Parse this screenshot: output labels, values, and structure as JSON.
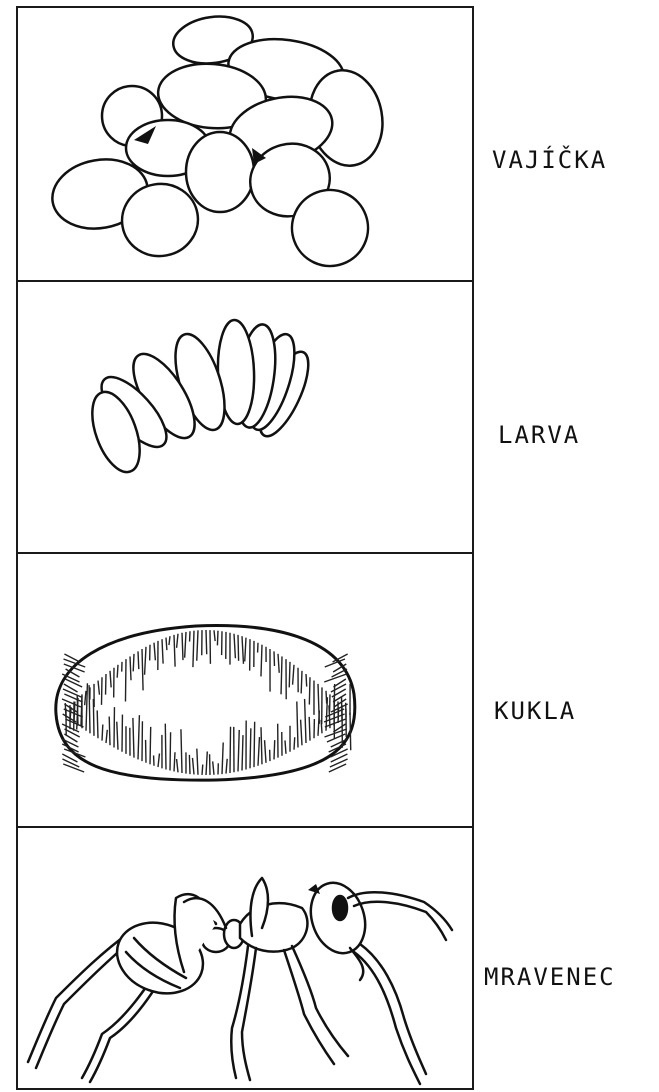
{
  "stages": [
    {
      "id": "eggs",
      "label": "VAJÍČKA"
    },
    {
      "id": "larva",
      "label": "LARVA"
    },
    {
      "id": "pupa",
      "label": "KUKLA"
    },
    {
      "id": "adult",
      "label": "MRAVENEC"
    }
  ]
}
